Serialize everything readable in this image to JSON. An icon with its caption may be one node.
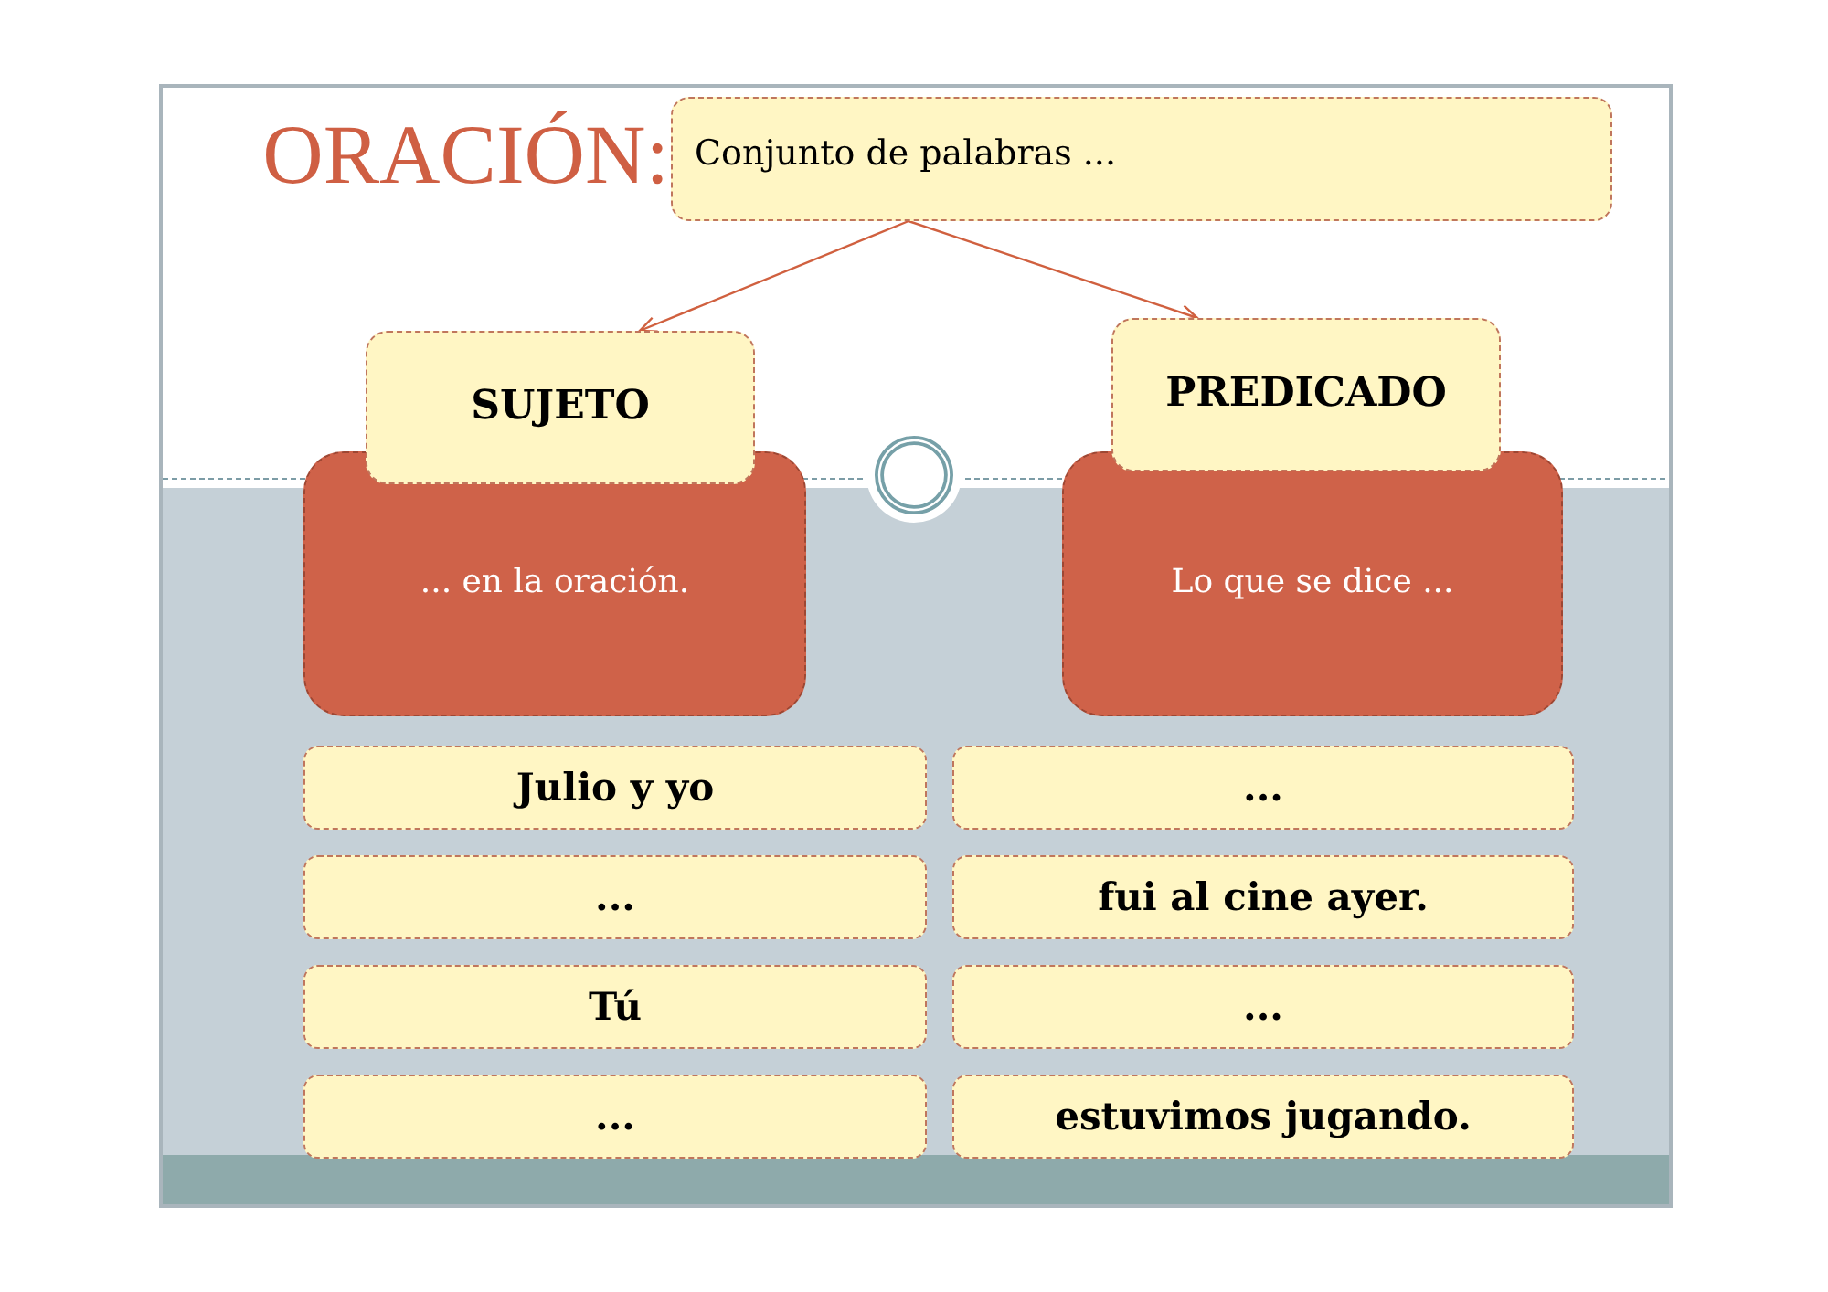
{
  "diagram": {
    "title": "ORACIÓN:",
    "nodes": [
      {
        "text": [
          "Conjunto de palabras ..."
        ]
      },
      {
        "text": [
          "SUJETO"
        ]
      },
      {
        "text": [
          "... en la oración."
        ]
      },
      {
        "text": [
          "PREDICADO"
        ]
      },
      {
        "text": [
          "Lo que se dice ..."
        ]
      },
      {
        "text": [
          "Julio y yo"
        ]
      },
      {
        "text": [
          "..."
        ]
      },
      {
        "text": [
          "..."
        ]
      },
      {
        "text": [
          "fui al cine ayer."
        ]
      },
      {
        "text": [
          "Tú"
        ]
      },
      {
        "text": [
          "..."
        ]
      },
      {
        "text": [
          "..."
        ]
      },
      {
        "text": [
          "estuvimos jugando."
        ]
      }
    ],
    "edges": [
      {
        "from": 0,
        "to": 1,
        "arrow": "to"
      },
      {
        "from": 0,
        "to": 3,
        "arrow": "to"
      }
    ]
  }
}
